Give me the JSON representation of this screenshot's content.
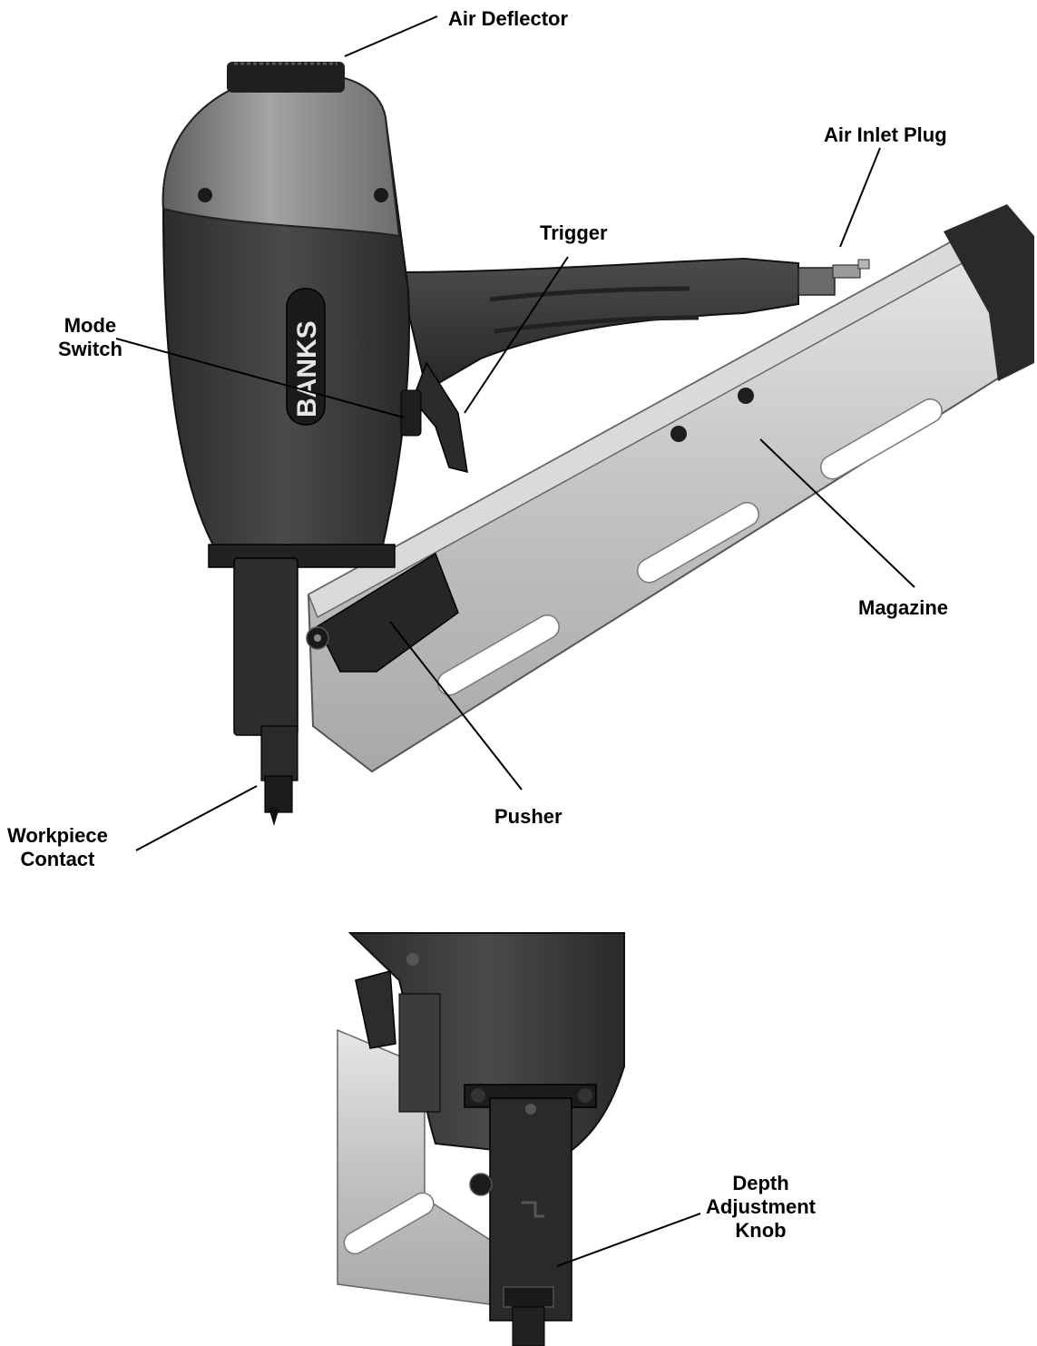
{
  "brand": "BANKS",
  "labels": {
    "air_deflector": "Air Deflector",
    "air_inlet_plug": "Air Inlet Plug",
    "trigger": "Trigger",
    "mode_switch_line1": "Mode",
    "mode_switch_line2": "Switch",
    "magazine": "Magazine",
    "pusher": "Pusher",
    "workpiece_contact_line1": "Workpiece",
    "workpiece_contact_line2": "Contact",
    "depth_adjustment_line1": "Depth",
    "depth_adjustment_line2": "Adjustment",
    "depth_adjustment_line3": "Knob"
  },
  "colors": {
    "body_dark": "#3a3a3a",
    "cap_gray": "#8a8a8a",
    "magazine_silver": "#c9c9c9",
    "leader_line": "#000000"
  }
}
